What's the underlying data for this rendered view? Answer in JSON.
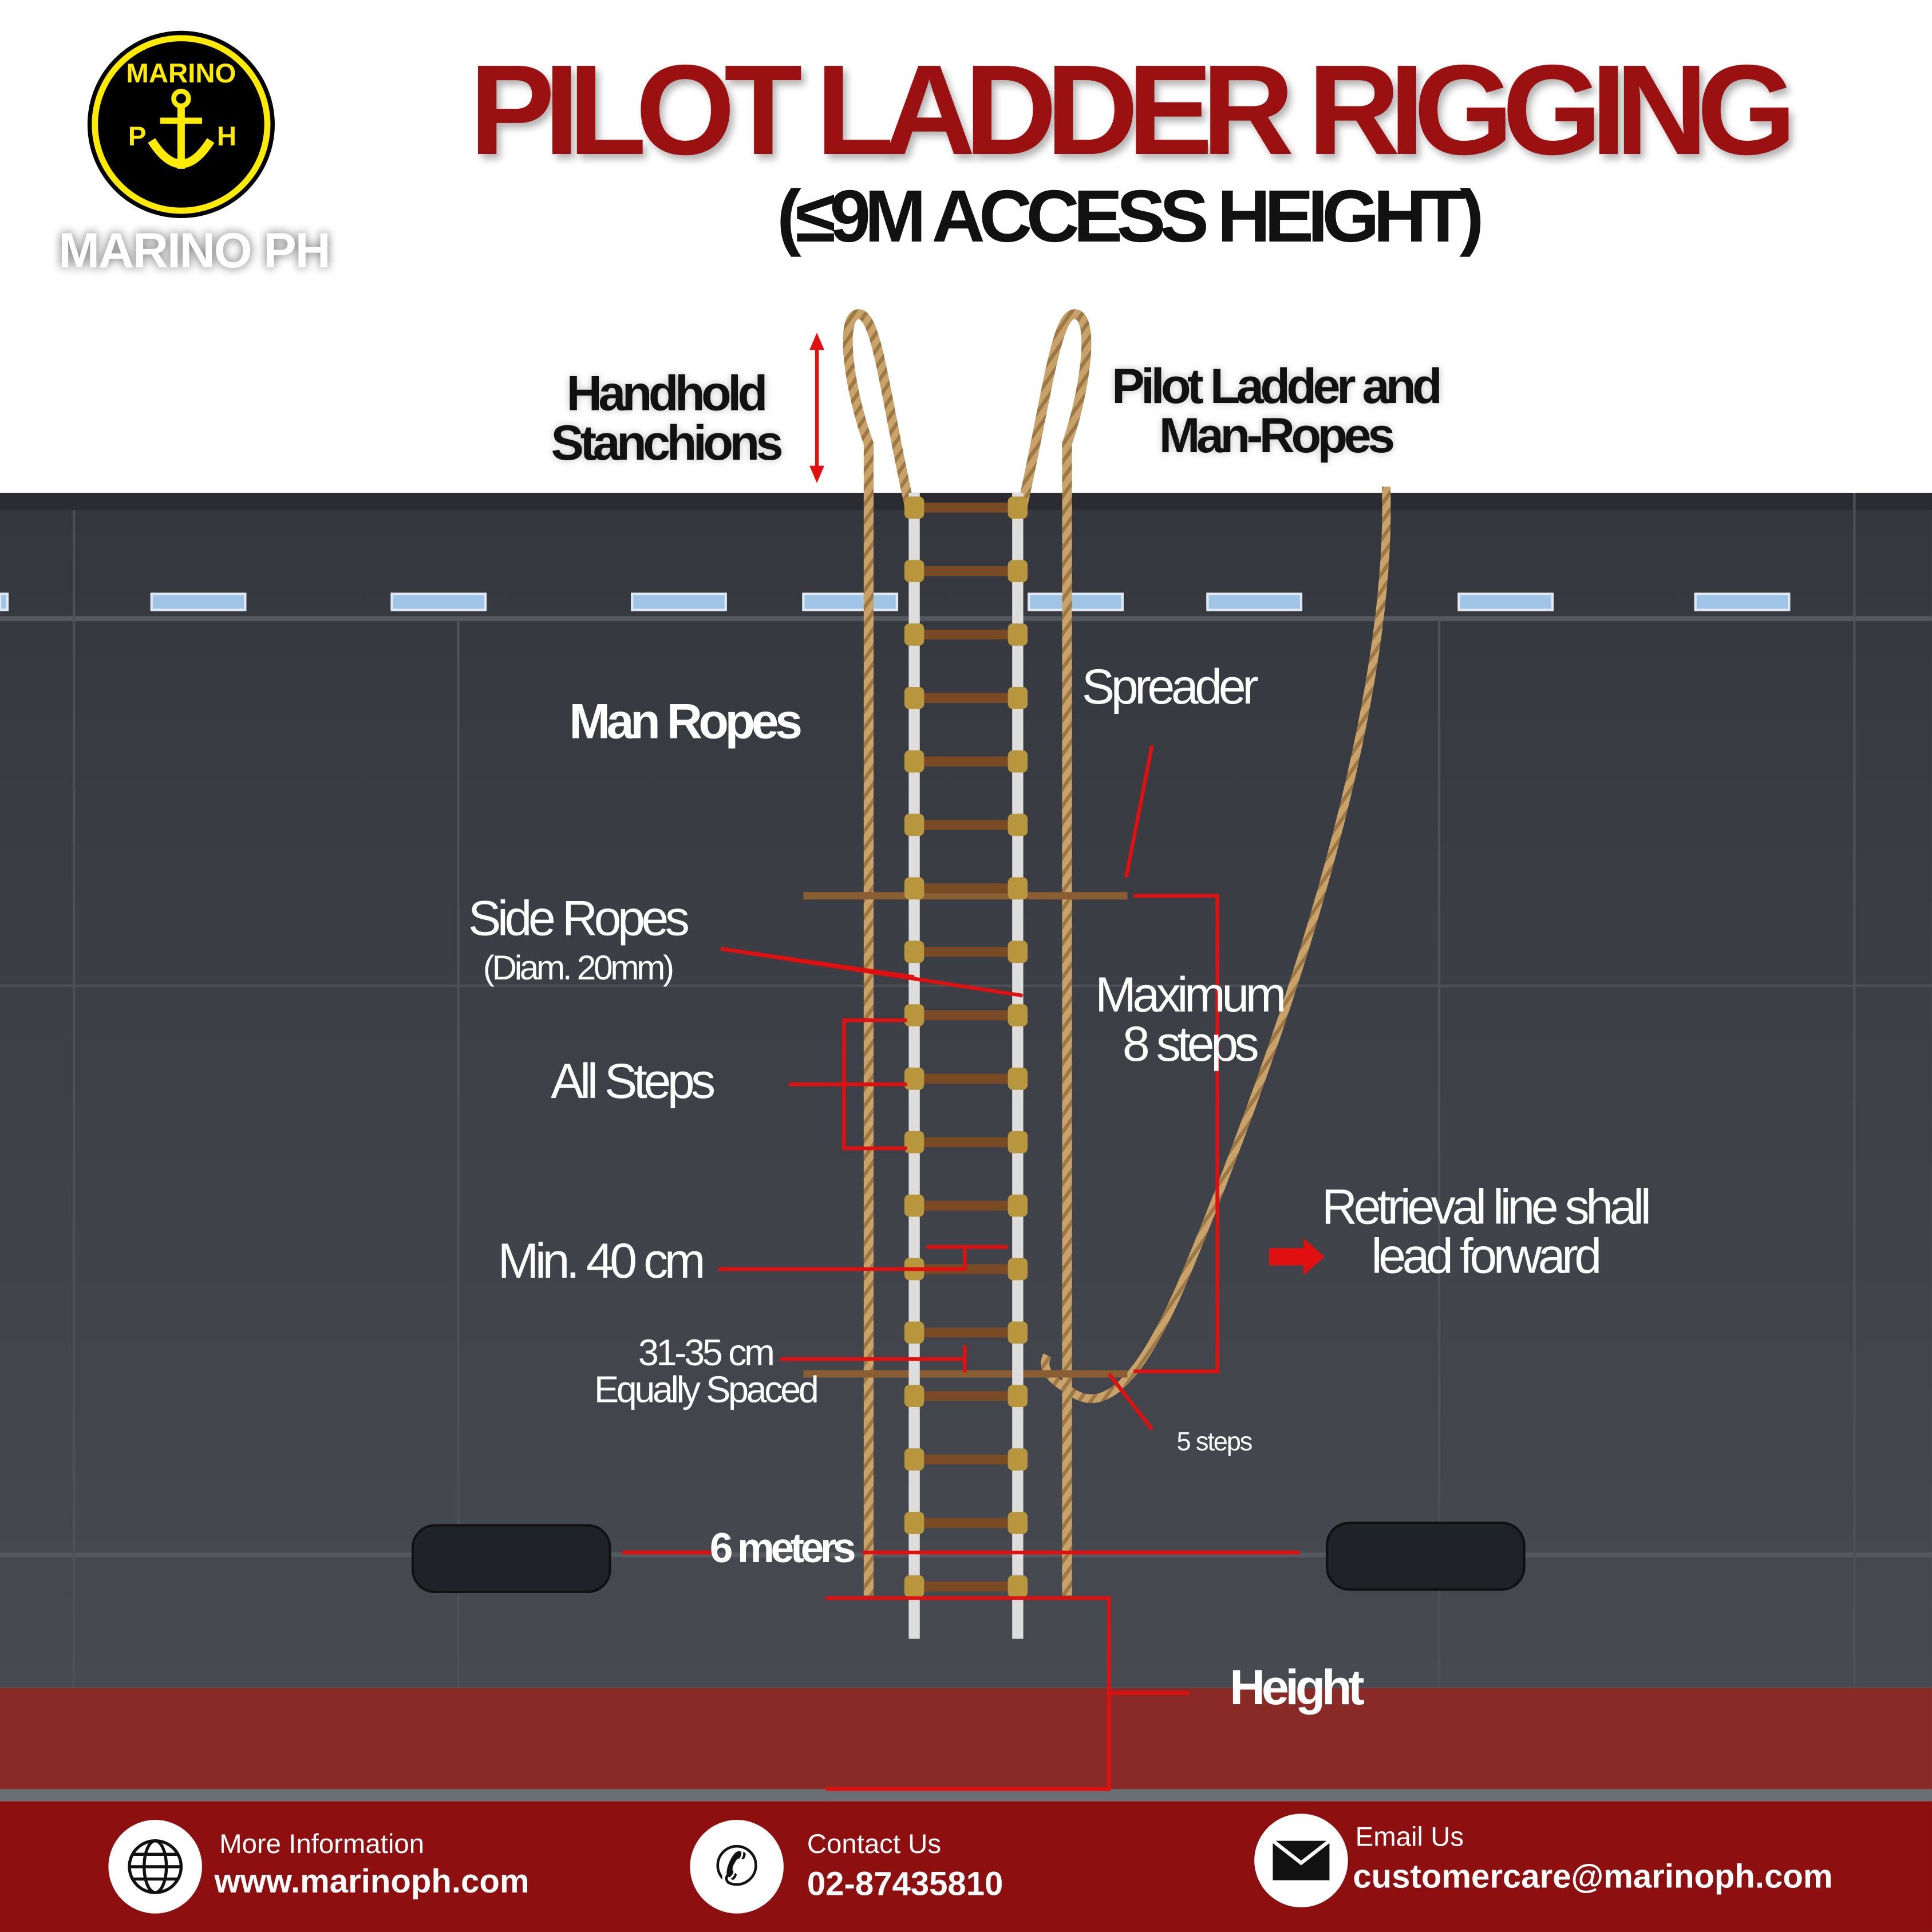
{
  "brand": {
    "name": "MARINO PH",
    "logo_text": "MARINO PH",
    "logo_url_text": "www.marinoph.com"
  },
  "header": {
    "title": "PILOT LADDER RIGGING",
    "subtitle": "(≤9M ACCESS HEIGHT)"
  },
  "labels": {
    "handhold_stanchions": [
      "Handhold",
      "Stanchions"
    ],
    "pilot_ladder_man_ropes": [
      "Pilot Ladder and",
      "Man-Ropes"
    ],
    "man_ropes": "Man Ropes",
    "spreader": "Spreader",
    "side_ropes": "Side Ropes",
    "side_ropes_diam": "(Diam. 20mm)",
    "maximum_steps": [
      "Maximum",
      "8 steps"
    ],
    "all_steps": "All Steps",
    "retrieval": [
      "Retrieval line shall",
      "lead forward"
    ],
    "min_width": "Min. 40 cm",
    "spacing": [
      "31-35 cm",
      "Equally Spaced"
    ],
    "five_steps": "5 steps",
    "six_meters": "6 meters",
    "height": "Height"
  },
  "footer": {
    "website": {
      "label": "More Information",
      "value": "www.marinoph.com",
      "icon": "globe-icon"
    },
    "phone": {
      "label": "Contact Us",
      "value": "02-87435810",
      "icon": "phone-icon"
    },
    "email": {
      "label": "Email Us",
      "value": "customercare@marinoph.com",
      "icon": "envelope-icon"
    }
  },
  "colors": {
    "accent": "#9b1010",
    "hull": "#3c3f46",
    "boot_top": "#8a2a26",
    "arrow": "#e01010",
    "rope": "#c9a26a"
  }
}
